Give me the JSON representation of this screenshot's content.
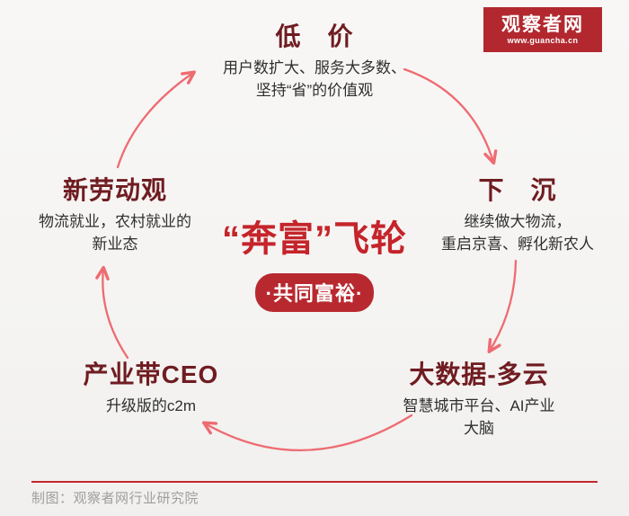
{
  "logo": {
    "name": "观察者网",
    "url": "www.guancha.cn",
    "bg_color": "#b2282e"
  },
  "center": {
    "title": "“奔富”飞轮",
    "badge": "·共同富裕·",
    "title_color": "#c5242b",
    "badge_bg": "#b8292f"
  },
  "nodes": [
    {
      "key": "low-price",
      "title": "低　价",
      "desc_lines": [
        "用户数扩大、服务大多数、",
        "坚持“省”的价值观"
      ]
    },
    {
      "key": "sink-down",
      "title": "下　沉",
      "desc_lines": [
        "继续做大物流，",
        "重启京喜、孵化新农人"
      ]
    },
    {
      "key": "big-data-multi-cloud",
      "title": "大数据-多云",
      "desc_lines": [
        "智慧城市平台、AI产业",
        "大脑"
      ]
    },
    {
      "key": "industry-belt-ceo",
      "title": "产业带CEO",
      "desc_lines": [
        "升级版的c2m"
      ]
    },
    {
      "key": "new-labor-view",
      "title": "新劳动观",
      "desc_lines": [
        "物流就业，农村就业的",
        "新业态"
      ]
    }
  ],
  "arrows": [
    {
      "from": "new-labor-view",
      "to": "low-price"
    },
    {
      "from": "low-price",
      "to": "sink-down"
    },
    {
      "from": "sink-down",
      "to": "big-data-multi-cloud"
    },
    {
      "from": "big-data-multi-cloud",
      "to": "industry-belt-ceo"
    },
    {
      "from": "industry-belt-ceo",
      "to": "new-labor-view"
    }
  ],
  "footer": {
    "credit": "制图：观察者网行业研究院"
  },
  "colors": {
    "node_title": "#6f1c21",
    "desc_text": "#2f2f2f",
    "arrow": "#ee6b72",
    "footer_line": "#c3262c",
    "footer_text": "#9e9e9e"
  }
}
